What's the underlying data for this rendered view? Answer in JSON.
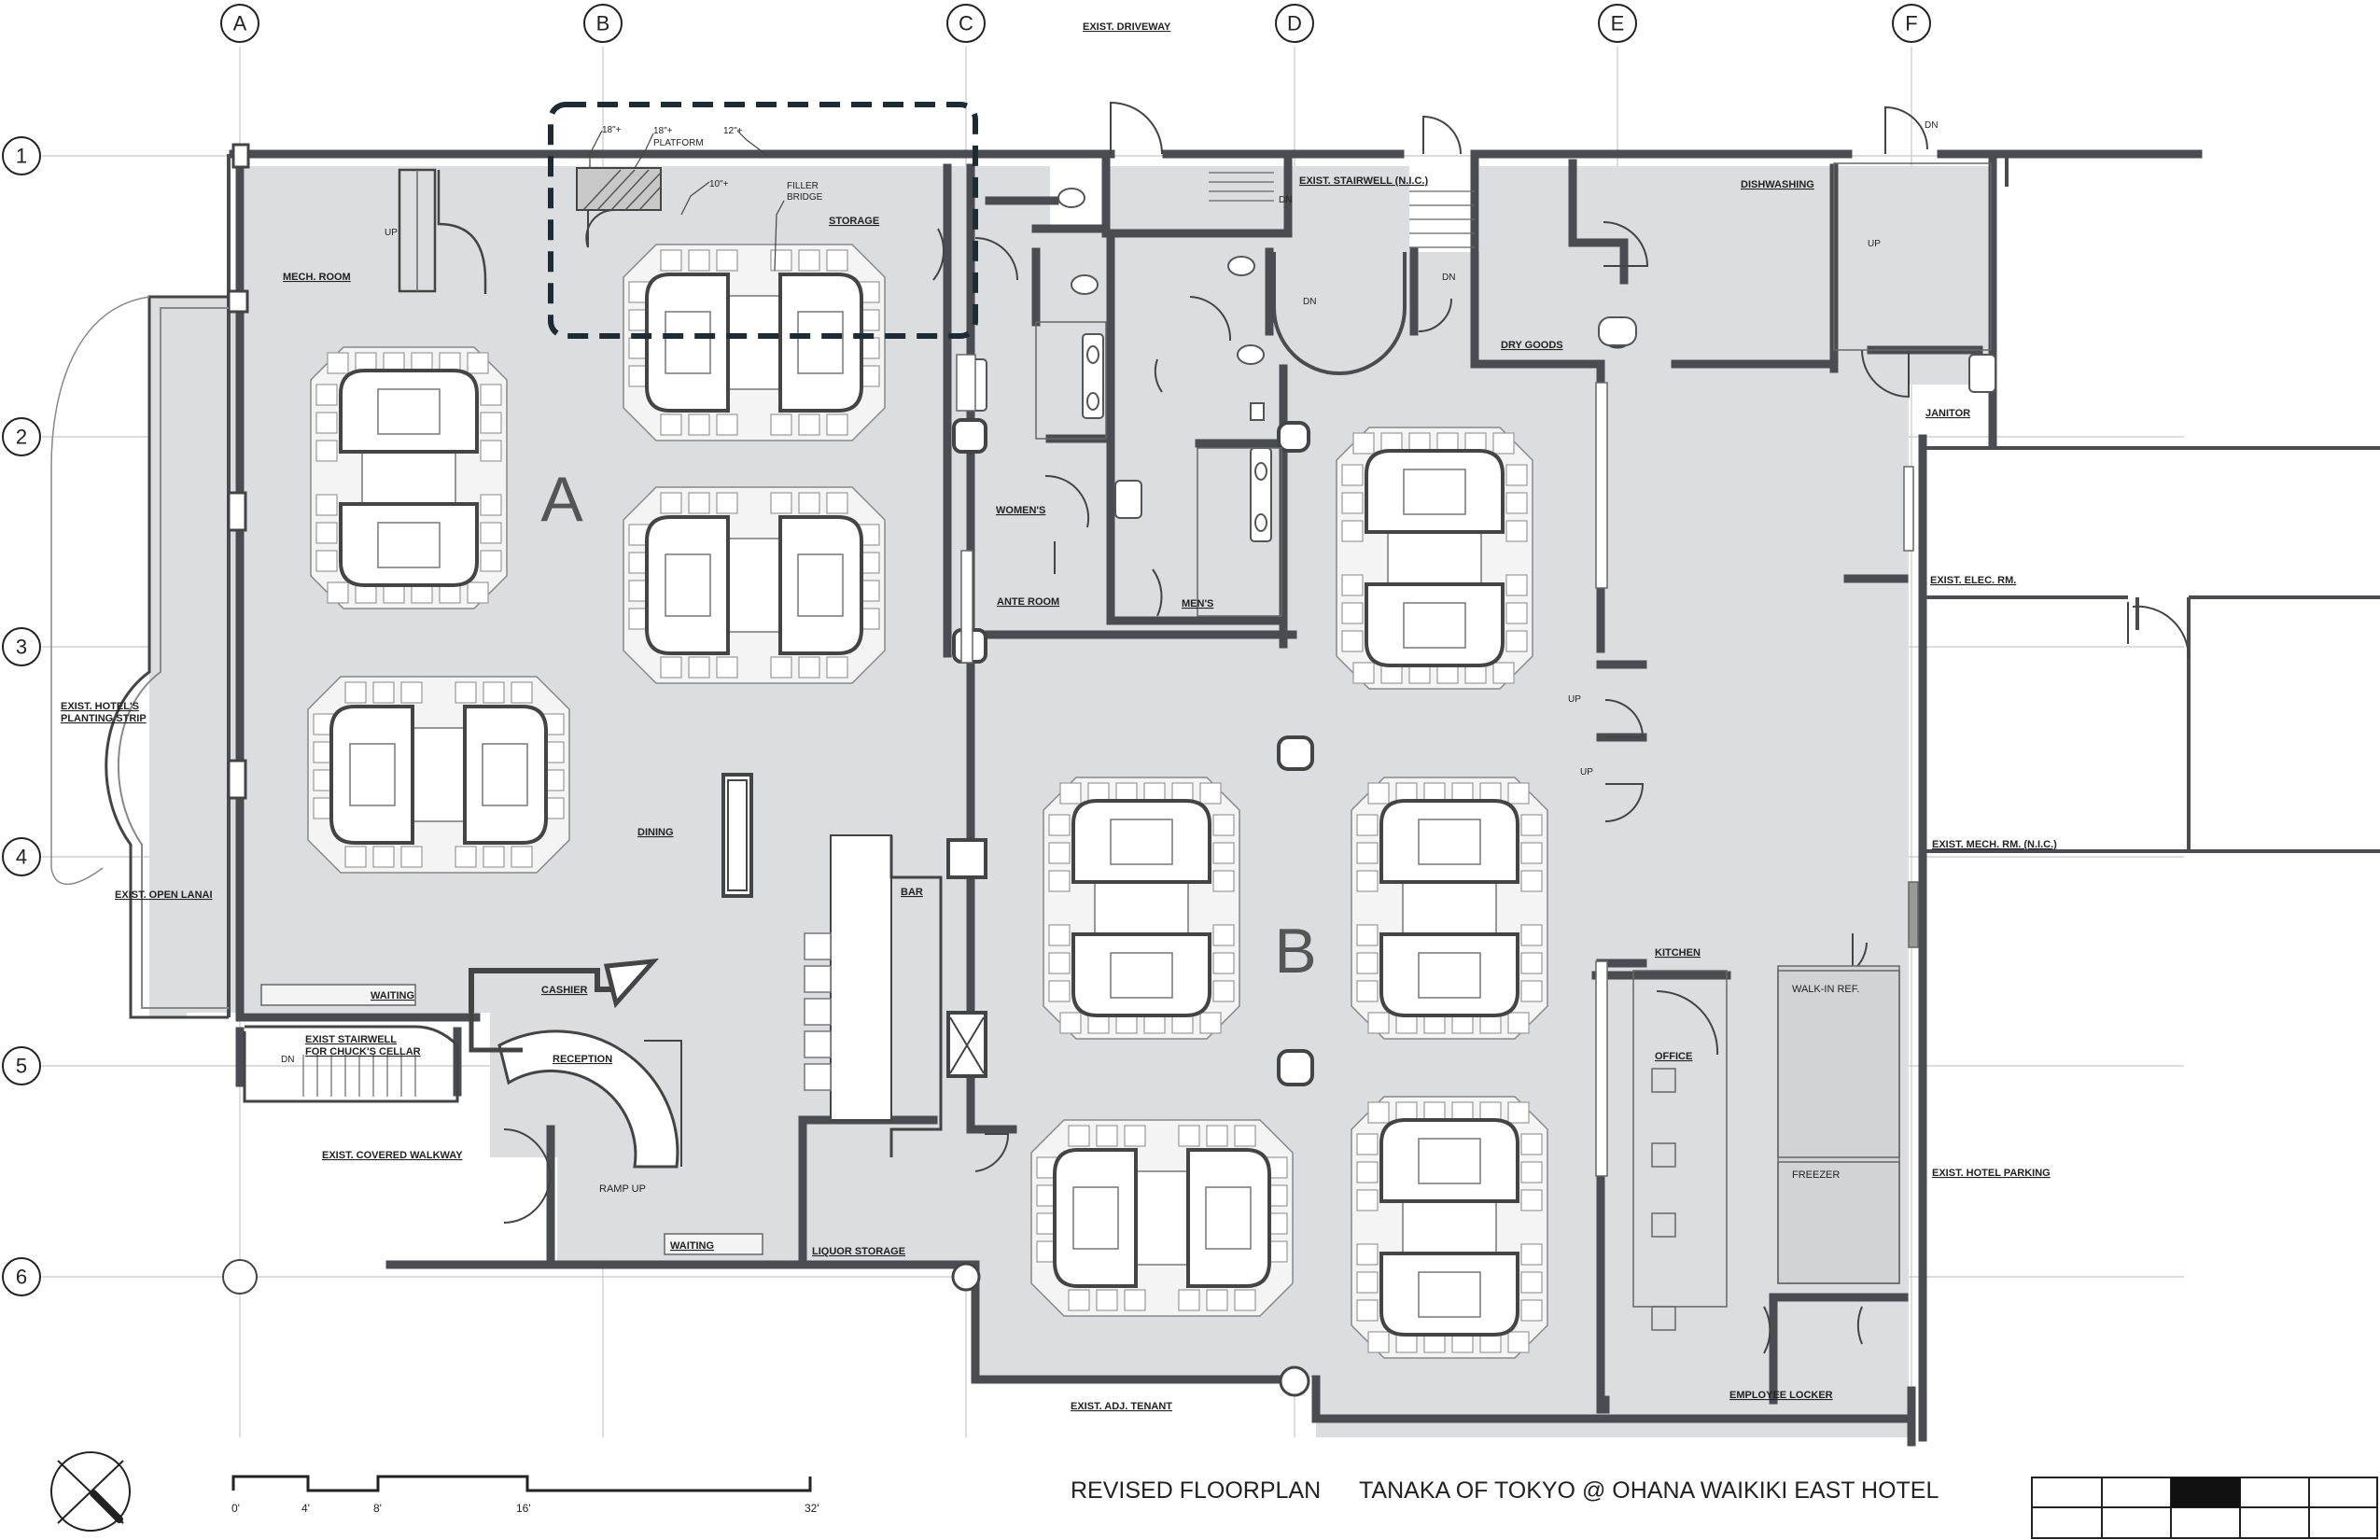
{
  "drawing": {
    "title": "REVISED FLOORPLAN",
    "project": "TANAKA OF TOKYO @ OHANA WAIKIKI EAST HOTEL"
  },
  "grid": {
    "columns": [
      "A",
      "B",
      "C",
      "D",
      "E",
      "F"
    ],
    "rows": [
      "1",
      "2",
      "3",
      "4",
      "5",
      "6"
    ]
  },
  "zones": [
    "A",
    "B"
  ],
  "rooms": {
    "mech_room": "MECH. ROOM",
    "storage": "STORAGE",
    "womens": "WOMEN'S",
    "ante_room": "ANTE ROOM",
    "mens": "MEN'S",
    "stairwell_nic": "EXIST. STAIRWELL (N.I.C.)",
    "dishwashing": "DISHWASHING",
    "dry_goods": "DRY GOODS",
    "janitor": "JANITOR",
    "dining": "DINING",
    "bar": "BAR",
    "cashier": "CASHIER",
    "reception": "RECEPTION",
    "waiting_1": "WAITING",
    "waiting_2": "WAITING",
    "liquor_storage": "LIQUOR STORAGE",
    "kitchen": "KITCHEN",
    "office": "OFFICE",
    "walk_in_ref": "WALK-IN REF.",
    "freezer": "FREEZER",
    "employee_locker": "EMPLOYEE LOCKER",
    "stairwell_chucks_1": "EXIST STAIRWELL",
    "stairwell_chucks_2": "FOR CHUCK'S CELLAR",
    "ramp_up": "RAMP UP"
  },
  "existing": {
    "driveway": "EXIST. DRIVEWAY",
    "planting_1": "EXIST. HOTEL'S",
    "planting_2": "PLANTING STRIP",
    "open_lanai": "EXIST. OPEN LANAI",
    "covered_walkway": "EXIST. COVERED WALKWAY",
    "adj_tenant": "EXIST. ADJ. TENANT",
    "elec_rm": "EXIST. ELEC. RM.",
    "mech_rm_nic": "EXIST. MECH. RM. (N.I.C.)",
    "hotel_parking": "EXIST. HOTEL PARKING"
  },
  "annotations": {
    "platform_dim_1": "18\"+",
    "platform_dim_2": "18\"+",
    "platform": "PLATFORM",
    "platform_dim_3": "12\"+",
    "platform_dim_4": "10\"+",
    "filler": "FILLER",
    "bridge": "BRIDGE",
    "up": "UP",
    "dn": "DN"
  },
  "scale_bar": {
    "ticks": [
      "0'",
      "4'",
      "8'",
      "16'",
      "32'"
    ]
  }
}
